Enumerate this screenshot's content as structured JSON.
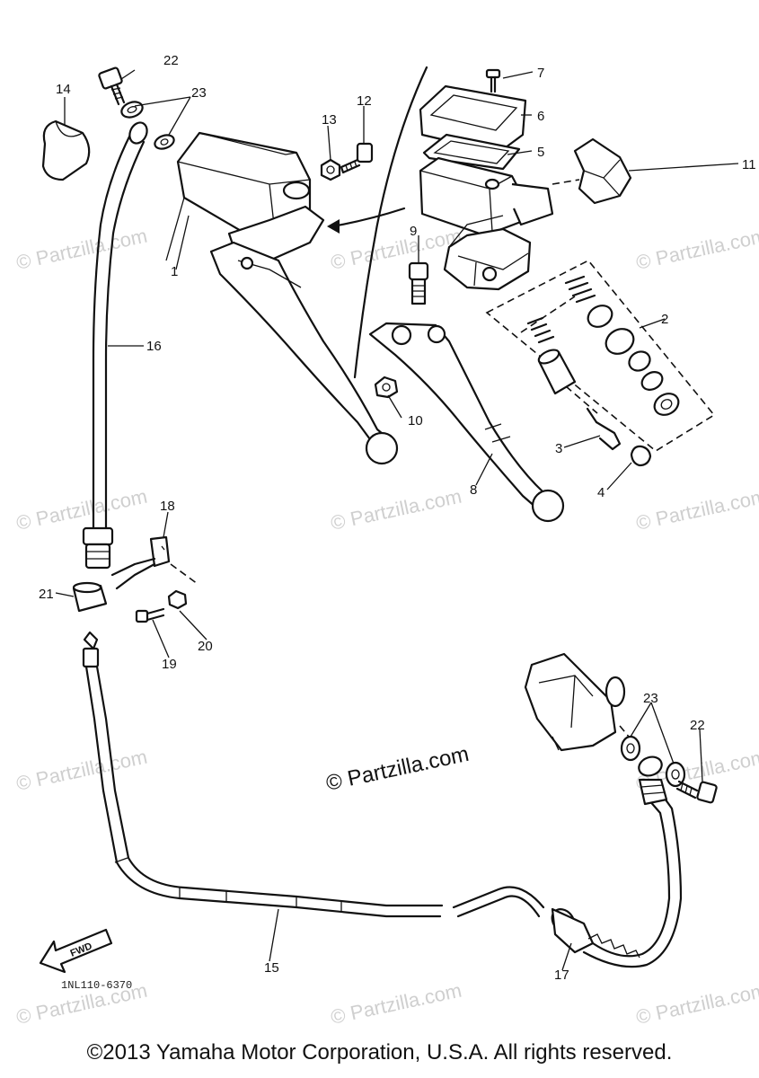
{
  "diagram": {
    "part_numbers": [
      "1",
      "2",
      "3",
      "4",
      "5",
      "6",
      "7",
      "8",
      "9",
      "10",
      "11",
      "12",
      "13",
      "14",
      "15",
      "16",
      "17",
      "18",
      "19",
      "20",
      "21",
      "22",
      "23",
      "22",
      "23"
    ],
    "fwd_label": "FWD",
    "drawing_code": "1NL110-6370",
    "watermark": "© Partzilla.com",
    "center_watermark": "© Partzilla.com"
  },
  "footer": {
    "copyright": "©2013 Yamaha Motor Corporation, U.S.A. All rights reserved."
  }
}
